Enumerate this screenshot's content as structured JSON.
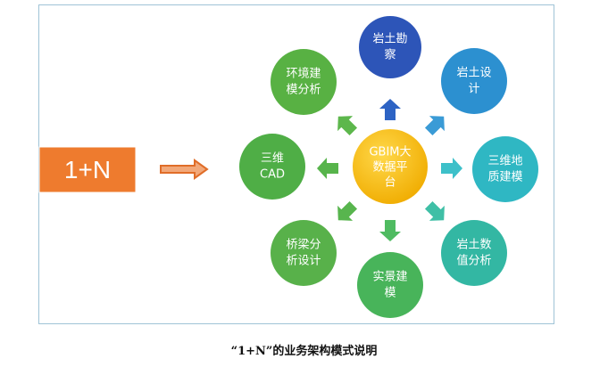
{
  "left_box": {
    "label": "1+N",
    "color": "#ee7b2e"
  },
  "center_node": {
    "lines": [
      "GBIM大",
      "数据平",
      "台"
    ],
    "color": "#f4b400"
  },
  "nodes": [
    {
      "id": "geotech-survey",
      "lines": [
        "岩土勘",
        "察"
      ],
      "color": "#2d55b8"
    },
    {
      "id": "geotech-design",
      "lines": [
        "岩土设",
        "计"
      ],
      "color": "#2c90d0"
    },
    {
      "id": "3d-geology-modeling",
      "lines": [
        "三维地",
        "质建模"
      ],
      "color": "#2fb7c3"
    },
    {
      "id": "geotech-numerical-analysis",
      "lines": [
        "岩土数",
        "值分析"
      ],
      "color": "#33b7a3"
    },
    {
      "id": "reality-modeling",
      "lines": [
        "实景建",
        "模"
      ],
      "color": "#48b45a"
    },
    {
      "id": "bridge-analysis-design",
      "lines": [
        "桥梁分",
        "析设计"
      ],
      "color": "#58b14a"
    },
    {
      "id": "3d-cad",
      "lines": [
        "三维",
        "CAD"
      ],
      "color": "#4fae46"
    },
    {
      "id": "environment-modeling-analysis",
      "lines": [
        "环境建",
        "模分析"
      ],
      "color": "#58b143"
    }
  ],
  "caption": "“1+N”的业务架构模式说明"
}
